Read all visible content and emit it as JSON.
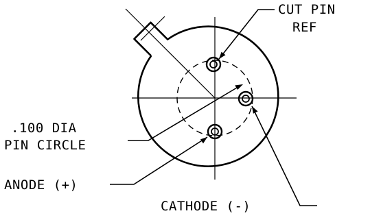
{
  "labels": {
    "cut_pin_line1": "CUT PIN",
    "cut_pin_line2": "REF",
    "pin_circle_line1": ".100 DIA",
    "pin_circle_line2": "PIN CIRCLE",
    "anode": "ANODE (+)",
    "cathode": "CATHODE (-)"
  },
  "colors": {
    "ink": "#000000",
    "background": "#ffffff"
  }
}
